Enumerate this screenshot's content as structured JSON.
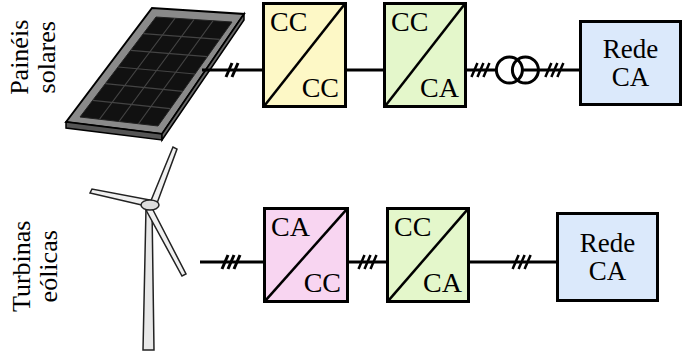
{
  "diagram": {
    "nodes": [
      {
        "text": [
          "CC",
          "CC"
        ]
      },
      {
        "text": [
          "CC",
          "CA"
        ]
      },
      {
        "text": [
          "Rede CA"
        ]
      },
      {
        "text": [
          "CA",
          "CC"
        ]
      },
      {
        "text": [
          "CC",
          "CA"
        ]
      },
      {
        "text": [
          "Rede CA"
        ]
      }
    ],
    "edges": [
      {
        "from": 0,
        "to": 1,
        "arrow": "none"
      },
      {
        "from": 1,
        "to": 2,
        "arrow": "none"
      },
      {
        "from": 3,
        "to": 4,
        "arrow": "none"
      },
      {
        "from": 4,
        "to": 5,
        "arrow": "none"
      }
    ],
    "labels": [
      "Painéis solares",
      "Turbinas eólicas"
    ]
  }
}
